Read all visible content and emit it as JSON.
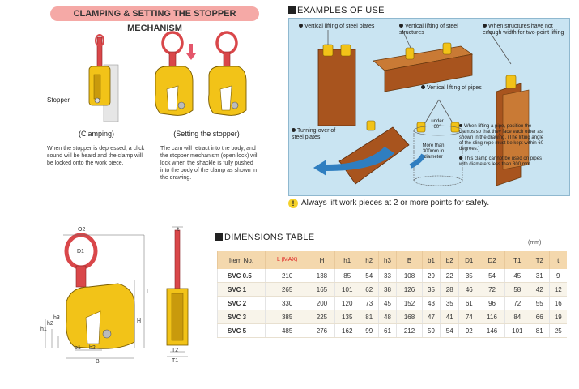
{
  "clamping": {
    "heading": "CLAMPING & SETTING THE STOPPER MECHANISM",
    "stopper_label": "Stopper",
    "left_caption": "(Clamping)",
    "right_caption": "(Setting the stopper)",
    "left_text": "When the stopper is depressed, a click sound will be heard and the clamp will be locked onto the work piece.",
    "right_text": "The cam will retract into the body, and the stopper mechanism (open lock) will lock when the shackle is fully pushed into the body of the clamp as shown in the drawing."
  },
  "examples": {
    "heading": "EXAMPLES OF USE",
    "label_vertical_plates": "Vertical lifting of steel plates",
    "label_vertical_structures": "Vertical lifting of steel structures",
    "label_not_enough_width": "When structures have not enough width for two-point lifting",
    "label_vertical_pipes": "Vertical lifting of pipes",
    "label_turning_over": "Turning-over of steel plates",
    "angle_label": "under 60°",
    "diameter_label": "More than 300mm in diameter",
    "pipe_note_1": "When lifting a pipe, position the clamps so that they face each other as shown in the drawing. (The lifting angle of the sling rope must be kept within 60 degrees.)",
    "pipe_note_2": "This clamp cannot be used on pipes with diameters less than 300 mm."
  },
  "warning": {
    "text": "Always lift work pieces at 2 or more points for safety."
  },
  "drawing": {
    "labels": {
      "O2": "O2",
      "t": "t",
      "L": "L",
      "H": "H",
      "h1": "h1",
      "h2": "h2",
      "h3": "h3",
      "b1": "b1",
      "b2": "b2",
      "B": "B",
      "T1": "T1",
      "T2": "T2",
      "D1": "D1"
    }
  },
  "dimensions": {
    "heading": "DIMENSIONS TABLE",
    "unit": "(mm)",
    "headers": [
      "Item No.",
      "L (MAX)",
      "H",
      "h1",
      "h2",
      "h3",
      "B",
      "b1",
      "b2",
      "D1",
      "D2",
      "T1",
      "T2",
      "t"
    ],
    "rows": [
      [
        "SVC 0.5",
        "210",
        "138",
        "85",
        "54",
        "33",
        "108",
        "29",
        "22",
        "35",
        "54",
        "45",
        "31",
        "9"
      ],
      [
        "SVC 1",
        "265",
        "165",
        "101",
        "62",
        "38",
        "126",
        "35",
        "28",
        "46",
        "72",
        "58",
        "42",
        "12"
      ],
      [
        "SVC 2",
        "330",
        "200",
        "120",
        "73",
        "45",
        "152",
        "43",
        "35",
        "61",
        "96",
        "72",
        "55",
        "16"
      ],
      [
        "SVC 3",
        "385",
        "225",
        "135",
        "81",
        "48",
        "168",
        "47",
        "41",
        "74",
        "116",
        "84",
        "66",
        "19"
      ],
      [
        "SVC 5",
        "485",
        "276",
        "162",
        "99",
        "61",
        "212",
        "59",
        "54",
        "92",
        "146",
        "101",
        "81",
        "25"
      ]
    ]
  },
  "colors": {
    "clamp_yellow": "#f2c318",
    "shackle_red": "#d9474a",
    "panel_blue": "#c9e4f2",
    "arrow_blue": "#2f7ec0",
    "header_tan": "#f4d8ad",
    "pill_pink": "#f5a9a6"
  }
}
